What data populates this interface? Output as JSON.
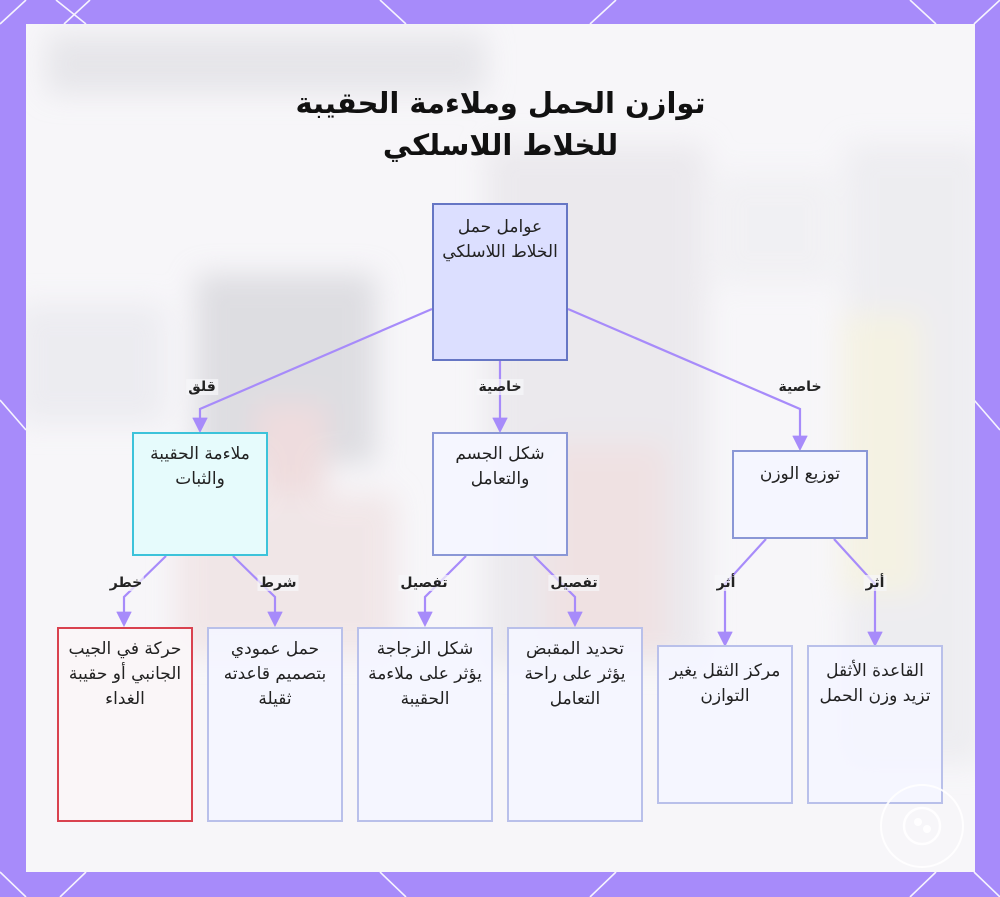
{
  "title": {
    "line1": "توازن الحمل وملاءمة الحقيبة",
    "line2": "للخلاط اللاسلكي"
  },
  "nodes": {
    "root": "عوامل حمل الخلاط اللاسلكي",
    "bag_fit": "ملاءمة الحقيبة والثبات",
    "body_shape": "شكل الجسم والتعامل",
    "weight_dist": "توزيع الوزن",
    "side_pocket": "حركة في الجيب الجانبي أو حقيبة الغداء",
    "vertical_carry": "حمل عمودي بتصميم قاعدته ثقيلة",
    "jar_shape": "شكل الزجاجة يؤثر على ملاءمة الحقيبة",
    "grip": "تحديد المقبض يؤثر على راحة التعامل",
    "center_gravity": "مركز الثقل يغير التوازن",
    "heavy_base": "القاعدة الأثقل تزيد وزن الحمل"
  },
  "edge_labels": {
    "concern": "قلق",
    "property_mid": "خاصية",
    "property_right": "خاصية",
    "risk": "خطر",
    "condition": "شرط",
    "detail_left": "تفصيل",
    "detail_right": "تفصيل",
    "effect_left": "أثر",
    "effect_right": "أثر"
  },
  "colors": {
    "frame": "#a78bfa",
    "connector": "#a78bfa",
    "root_fill": "#dcdfff",
    "fit_border": "#3cc3da",
    "risk_border": "#d9424f"
  },
  "icons": {
    "watermark": "logo-badge-icon"
  }
}
